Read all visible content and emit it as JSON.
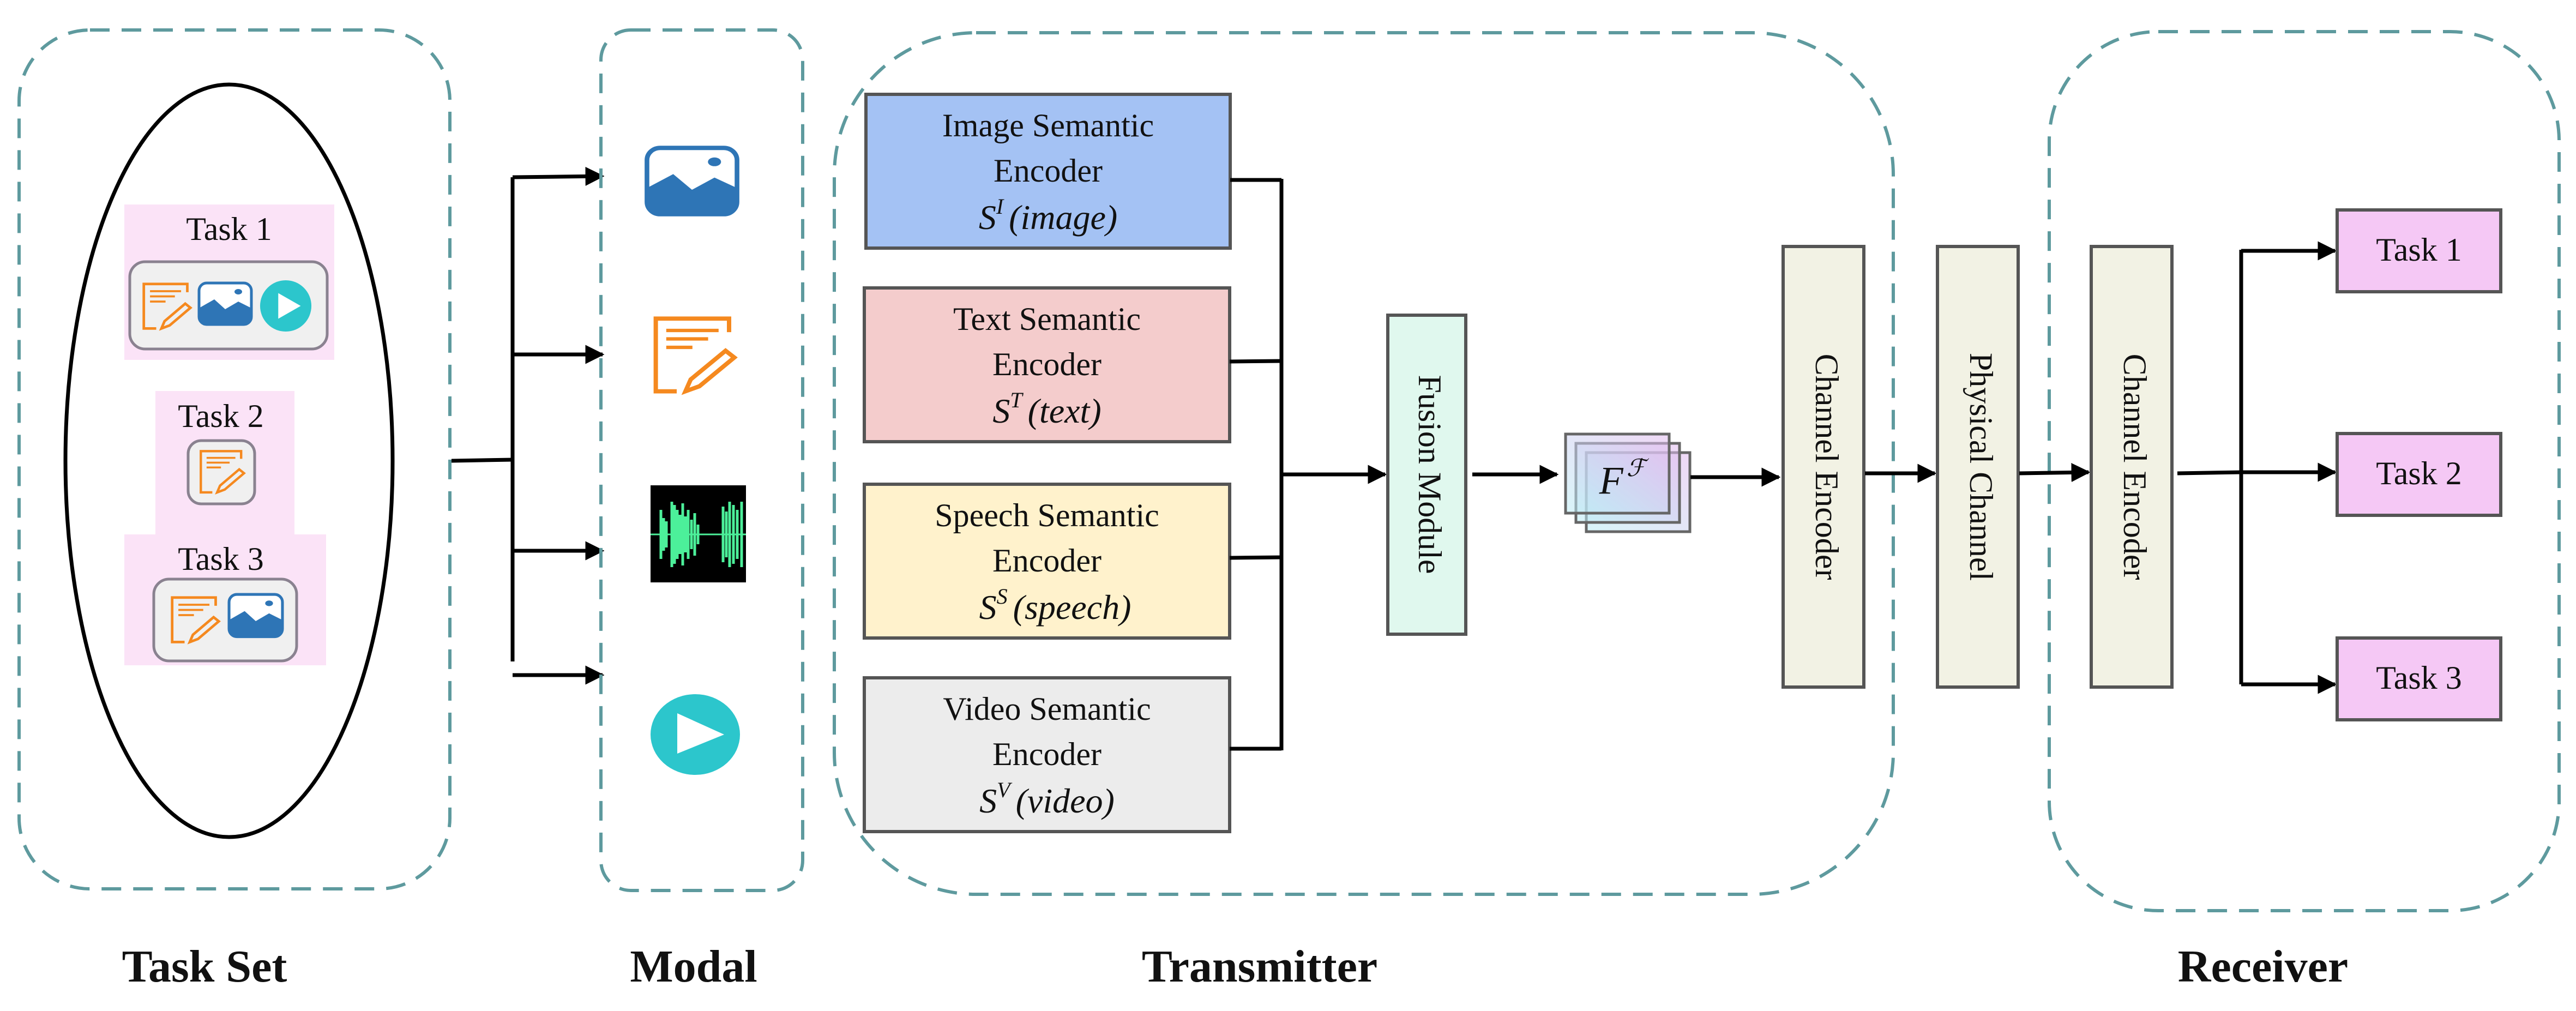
{
  "sections": {
    "task_set": "Task Set",
    "modal": "Modal",
    "transmitter": "Transmitter",
    "receiver": "Receiver"
  },
  "task_set": {
    "tasks": [
      {
        "label": "Task 1",
        "modalities": [
          "text-icon",
          "image-icon",
          "video-icon"
        ]
      },
      {
        "label": "Task 2",
        "modalities": [
          "text-icon"
        ]
      },
      {
        "label": "Task 3",
        "modalities": [
          "text-icon",
          "image-icon"
        ]
      }
    ]
  },
  "modal": {
    "icons": [
      "image-icon",
      "text-icon",
      "speech-waveform-icon",
      "video-play-icon"
    ]
  },
  "encoders": [
    {
      "line1": "Image Semantic",
      "line2": "Encoder",
      "symbol": "S",
      "superscript": "I",
      "arg": "(image)",
      "color": "#a4c2f4"
    },
    {
      "line1": "Text Semantic",
      "line2": "Encoder",
      "symbol": "S",
      "superscript": "T",
      "arg": "(text)",
      "color": "#f4cccc"
    },
    {
      "line1": "Speech Semantic",
      "line2": "Encoder",
      "symbol": "S",
      "superscript": "S",
      "arg": "(speech)",
      "color": "#fff2cc"
    },
    {
      "line1": "Video Semantic",
      "line2": "Encoder",
      "symbol": "S",
      "superscript": "V",
      "arg": "(video)",
      "color": "#ececec"
    }
  ],
  "fusion": {
    "label": "Fusion Module",
    "color": "#e0f8ee"
  },
  "feature": {
    "symbol": "F",
    "superscript": "ℱ"
  },
  "channel_blocks": [
    {
      "label": "Channel Encoder",
      "color": "#f2f2e4"
    },
    {
      "label": "Physical Channel",
      "color": "#f2f2e4"
    },
    {
      "label": "Channel Encoder",
      "color": "#f2f2e4"
    }
  ],
  "receiver_tasks": [
    {
      "label": "Task 1",
      "color": "#f5c8f5"
    },
    {
      "label": "Task 2",
      "color": "#f5c8f5"
    },
    {
      "label": "Task 3",
      "color": "#f5c8f5"
    }
  ],
  "colors": {
    "dashed_border": "#5e9a9e",
    "task_bg": "#fbe3f7",
    "image_blue": "#2e75b6",
    "text_orange": "#f5891f",
    "video_teal": "#2cc6cc",
    "wave_green": "#4cf09a"
  }
}
